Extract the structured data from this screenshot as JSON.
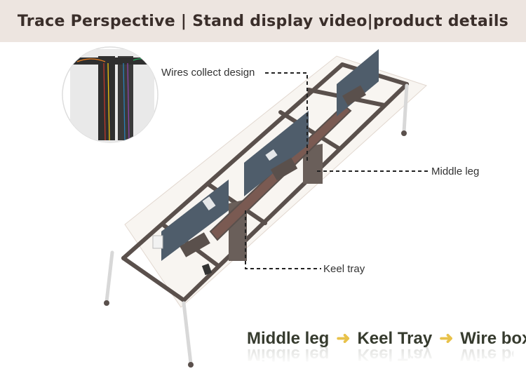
{
  "header": {
    "title": "Trace Perspective | Stand display video|product details"
  },
  "callouts": {
    "wires_collect": "Wires collect design",
    "middle_leg": "Middle leg",
    "keel_tray": "Keel tray"
  },
  "flow": {
    "step1": "Middle leg",
    "step2": "Keel Tray",
    "step3": "Wire box",
    "arrow": "➜"
  },
  "colors": {
    "header_bg": "#ede5e0",
    "frame": "#5a504c",
    "panel": "#4f5d6b",
    "arrow": "#e8c24a"
  }
}
